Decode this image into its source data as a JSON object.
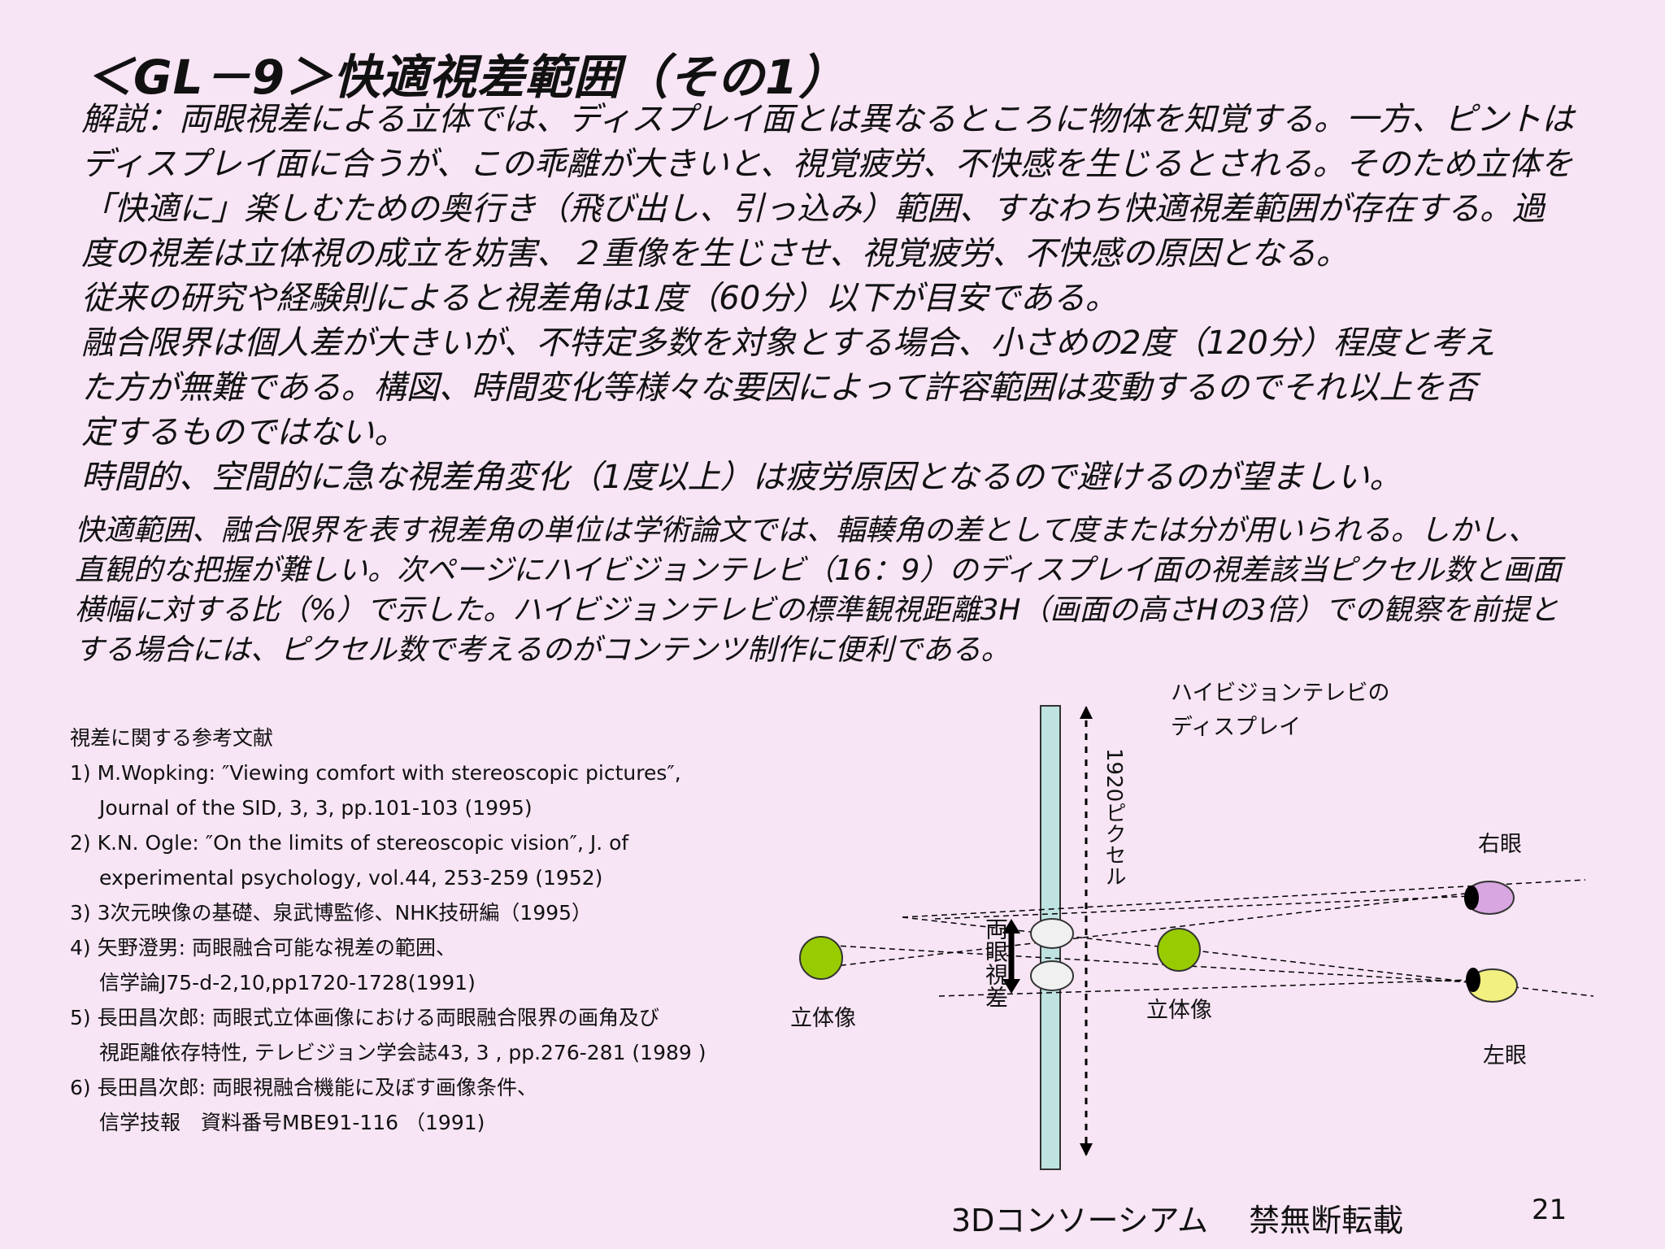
{
  "title": "＜GL－9＞快適視差範囲（その1）",
  "main_lines": [
    "解説：両眼視差による立体では、ディスプレイ面とは異なるところに物体を知覚する。一方、ピントは",
    "ディスプレイ面に合うが、この乖離が大きいと、視覚疲労、不快感を生じるとされる。そのため立体を",
    "「快適に」楽しむための奥行き（飛び出し、引っ込み）範囲、すなわち快適視差範囲が存在する。過",
    "度の視差は立体視の成立を妨害、２重像を生じさせ、視覚疲労、不快感の原因となる。",
    "従来の研究や経験則によると視差角は1度（60分）以下が目安である。",
    "融合限界は個人差が大きいが、不特定多数を対象とする場合、小さめの2度（120分）程度と考え",
    "た方が無難である。構図、時間変化等様々な要因によって許容範囲は変動するのでそれ以上を否",
    "定するものではない。",
    "時間的、空間的に急な視差角変化（1度以上）は疲労原因となるので避けるのが望ましい。"
  ],
  "sub_lines": [
    "快適範囲、融合限界を表す視差角の単位は学術論文では、輻輳角の差として度または分が用いられる。しかし、",
    "直観的な把握が難しい。次ページにハイビジョンテレビ（16：9）のディスプレイ面の視差該当ピクセル数と画面",
    "横幅に対する比（%）で示した。ハイビジョンテレビの標準観視距離3H（画面の高さHの3倍）での観察を前提と",
    "する場合には、ピクセル数で考えるのがコンテンツ制作に便利である。"
  ],
  "references": {
    "heading": "視差に関する参考文献",
    "items": [
      {
        "line1": "1) M.Wopking: ″Viewing comfort with stereoscopic pictures″,",
        "line2": "Journal of the SID, 3, 3, pp.101-103 (1995)"
      },
      {
        "line1": "2) K.N. Ogle: ″On the limits of stereoscopic vision″, J. of",
        "line2": "experimental psychology, vol.44, 253-259 (1952)"
      },
      {
        "line1": "3) 3次元映像の基礎、泉武博監修、NHK技研編（1995）",
        "line2": ""
      },
      {
        "line1": "4) 矢野澄男: 両眼融合可能な視差の範囲、",
        "line2": "信学論J75-d-2,10,pp1720-1728(1991)"
      },
      {
        "line1": "5) 長田昌次郎: 両眼式立体画像における両眼融合限界の画角及び",
        "line2": "視距離依存特性, テレビジョン学会誌43, 3 , pp.276-281 (1989 )"
      },
      {
        "line1": "6) 長田昌次郎: 両眼視融合機能に及ぼす画像条件、",
        "line2": "信学技報　資料番号MBE91-116 （1991)"
      }
    ]
  },
  "diagram": {
    "display_label_line1": "ハイビジョンテレビの",
    "display_label_line2": "ディスプレイ",
    "pixels_label": "1920ピクセル",
    "parallax_label": "両眼視差",
    "stereo_left_label": "立体像",
    "stereo_right_label": "立体像",
    "right_eye_label": "右眼",
    "left_eye_label": "左眼",
    "colors": {
      "display_bar": "#bfe3e0",
      "stereo_ball": "#99cc00",
      "right_eye": "#d8a6e0",
      "left_eye": "#f2f080"
    }
  },
  "footer": "3Dコンソーシアム　 禁無断転載",
  "page_number": "21"
}
